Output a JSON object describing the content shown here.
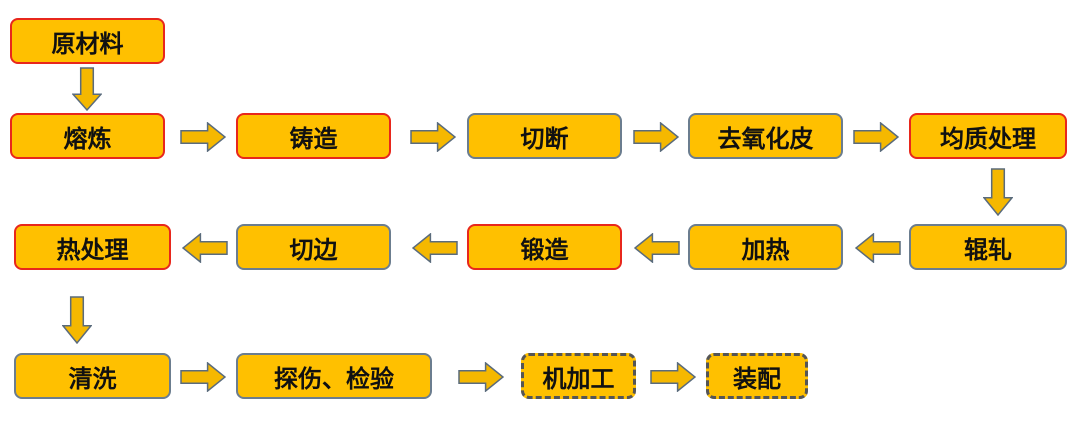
{
  "colors": {
    "box_fill": "#FFC000",
    "border_gray": "#6b7d8f",
    "border_red": "#e8271c",
    "border_dashed": "#555555",
    "arrow_fill": "#F5B800",
    "arrow_stroke": "#5a6b7c"
  },
  "steps": [
    {
      "id": "raw",
      "label": "原材料",
      "border": "red"
    },
    {
      "id": "smelt",
      "label": "熔炼",
      "border": "red"
    },
    {
      "id": "cast",
      "label": "铸造",
      "border": "red"
    },
    {
      "id": "cut",
      "label": "切断",
      "border": "gray"
    },
    {
      "id": "peel",
      "label": "去氧化皮",
      "border": "gray"
    },
    {
      "id": "homog",
      "label": "均质处理",
      "border": "red"
    },
    {
      "id": "roll",
      "label": "辊轧",
      "border": "gray"
    },
    {
      "id": "heat",
      "label": "加热",
      "border": "gray"
    },
    {
      "id": "forge",
      "label": "锻造",
      "border": "red"
    },
    {
      "id": "trim",
      "label": "切边",
      "border": "gray"
    },
    {
      "id": "heattreat",
      "label": "热处理",
      "border": "red"
    },
    {
      "id": "clean",
      "label": "清洗",
      "border": "gray"
    },
    {
      "id": "inspect",
      "label": "探伤、检验",
      "border": "gray"
    },
    {
      "id": "machine",
      "label": "机加工",
      "border": "dashed"
    },
    {
      "id": "assemble",
      "label": "装配",
      "border": "dashed"
    }
  ],
  "flows": [
    {
      "from": "raw",
      "to": "smelt",
      "dir": "down"
    },
    {
      "from": "smelt",
      "to": "cast",
      "dir": "right"
    },
    {
      "from": "cast",
      "to": "cut",
      "dir": "right"
    },
    {
      "from": "cut",
      "to": "peel",
      "dir": "right"
    },
    {
      "from": "peel",
      "to": "homog",
      "dir": "right"
    },
    {
      "from": "homog",
      "to": "roll",
      "dir": "down"
    },
    {
      "from": "roll",
      "to": "heat",
      "dir": "left"
    },
    {
      "from": "heat",
      "to": "forge",
      "dir": "left"
    },
    {
      "from": "forge",
      "to": "trim",
      "dir": "left"
    },
    {
      "from": "trim",
      "to": "heattreat",
      "dir": "left"
    },
    {
      "from": "heattreat",
      "to": "clean",
      "dir": "down"
    },
    {
      "from": "clean",
      "to": "inspect",
      "dir": "right"
    },
    {
      "from": "inspect",
      "to": "machine",
      "dir": "right"
    },
    {
      "from": "machine",
      "to": "assemble",
      "dir": "right"
    }
  ]
}
